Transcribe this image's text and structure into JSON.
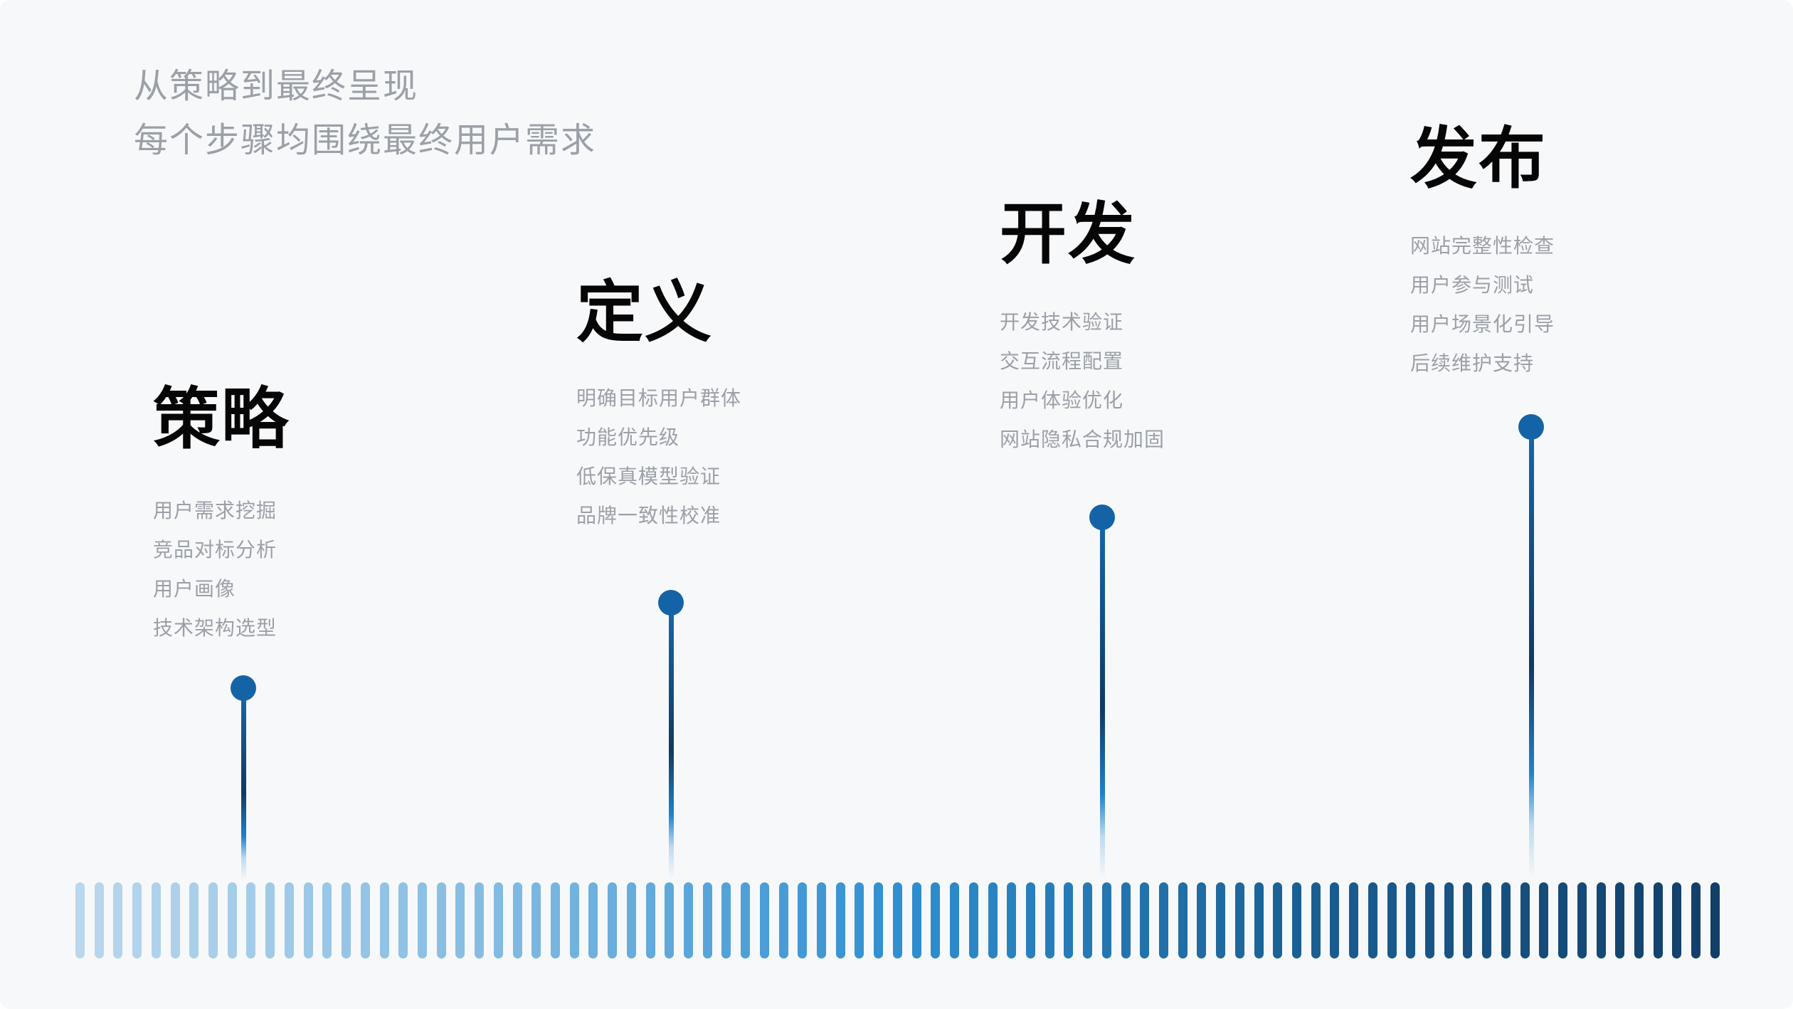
{
  "subtitle": {
    "line1": "从策略到最终呈现",
    "line2": "每个步骤均围绕最终用户需求"
  },
  "milestones": [
    {
      "title": "策略",
      "items": [
        "用户需求挖掘",
        "竞品对标分析",
        "用户画像",
        "技术架构选型"
      ]
    },
    {
      "title": "定义",
      "items": [
        "明确目标用户群体",
        "功能优先级",
        "低保真模型验证",
        "品牌一致性校准"
      ]
    },
    {
      "title": "开发",
      "items": [
        "开发技术验证",
        "交互流程配置",
        "用户体验优化",
        "网站隐私合规加固"
      ]
    },
    {
      "title": "发布",
      "items": [
        "网站完整性检查",
        "用户参与测试",
        "用户场景化引导",
        "后续维护支持"
      ]
    }
  ],
  "timeline": {
    "bar_count": 87,
    "gradient_stops": [
      "#b9d7ee",
      "#84bce2",
      "#2f8fd1",
      "#1a5f93",
      "#123f68"
    ]
  },
  "colors": {
    "background": "#f7f8f9",
    "heading": "#060607",
    "muted": "#9ba0a8",
    "dot": "#1563a7",
    "stem_top": "#1566a8",
    "stem_dark": "#0f3a62",
    "stem_bright": "#1f82cb"
  }
}
